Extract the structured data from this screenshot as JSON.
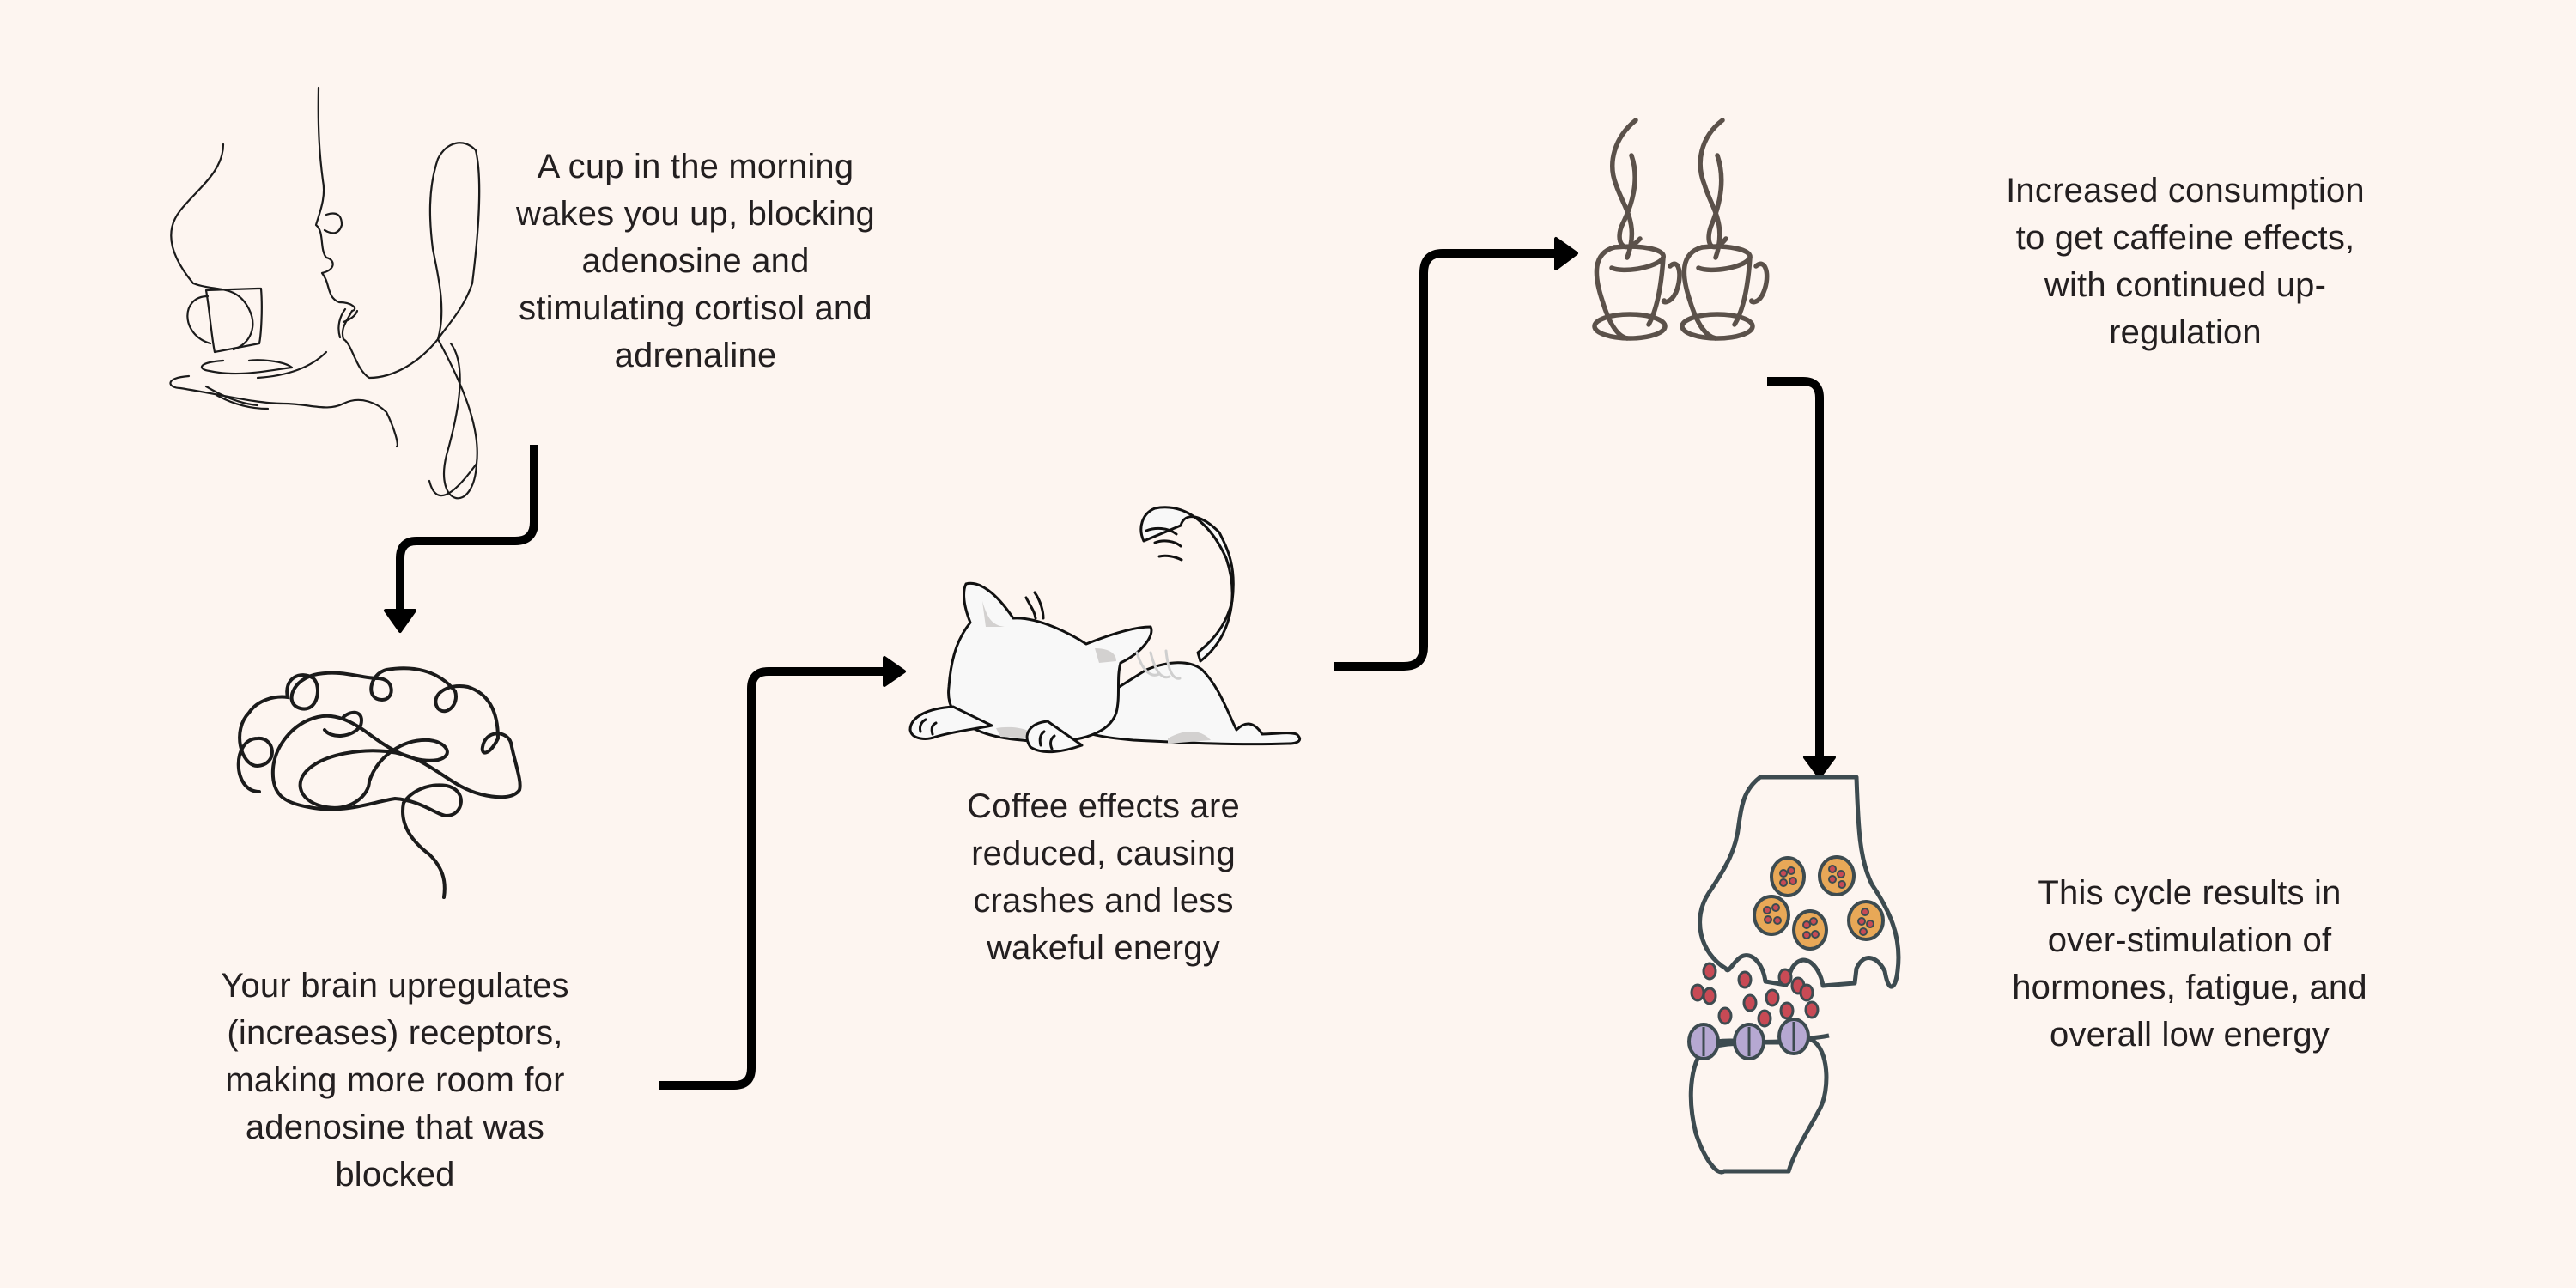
{
  "title": "Caffeine dependency cycle",
  "colors": {
    "background": "#fdf5f0",
    "text": "#231f20",
    "arrow": "#000000",
    "cup_stroke": "#5b514a",
    "synapse_stroke": "#3d4b50",
    "vesicle_fill": "#e8a857",
    "molecule_fill": "#c84a55",
    "receptor_fill": "#b6a8d2"
  },
  "steps": [
    {
      "id": "morning-cup",
      "icon": "woman-drinking-coffee-icon",
      "text": "A cup in the morning\nwakes you up, blocking\nadenosine and\nstimulating cortisol and\nadrenaline"
    },
    {
      "id": "brain-upregulates",
      "icon": "brain-icon",
      "text": "Your brain upregulates\n(increases) receptors,\nmaking more room for\nadenosine that was\nblocked"
    },
    {
      "id": "effects-reduced",
      "icon": "tired-cat-icon",
      "text": "Coffee effects are\nreduced, causing\ncrashes and less\nwakeful energy"
    },
    {
      "id": "increased-consumption",
      "icon": "two-coffee-cups-icon",
      "text": "Increased consumption\nto get caffeine effects,\nwith continued up-\nregulation"
    },
    {
      "id": "cycle-result",
      "icon": "synapse-icon",
      "text": "This cycle results in\nover-stimulation of\nhormones, fatigue, and\noverall low energy"
    }
  ],
  "connectors": [
    {
      "from": "morning-cup",
      "to": "brain-upregulates",
      "direction": "down"
    },
    {
      "from": "brain-upregulates",
      "to": "effects-reduced",
      "direction": "right"
    },
    {
      "from": "effects-reduced",
      "to": "increased-consumption",
      "direction": "right"
    },
    {
      "from": "increased-consumption",
      "to": "cycle-result",
      "direction": "down"
    }
  ]
}
